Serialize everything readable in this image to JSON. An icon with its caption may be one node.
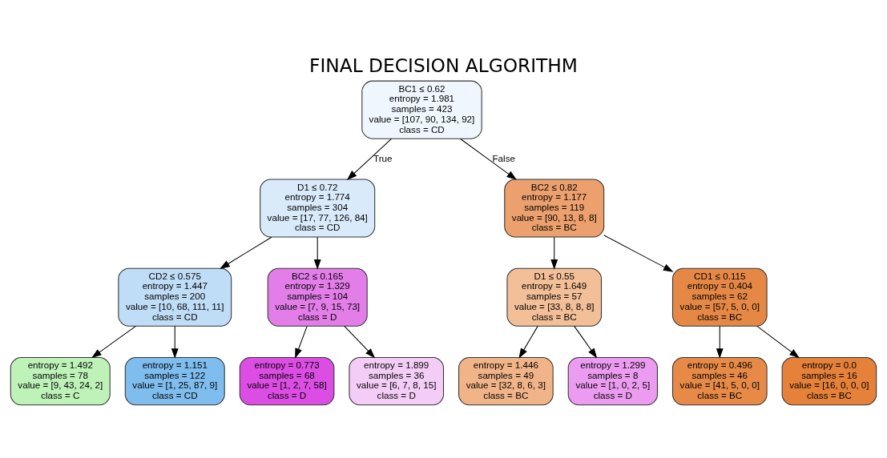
{
  "diagram": {
    "title": "FINAL DECISION ALGORITHM",
    "nodes": [
      {
        "text": [
          "BC1 ≤ 0.62",
          "entropy = 1.981",
          "samples = 423",
          "value = [107, 90, 134, 92]",
          "class = CD"
        ]
      },
      {
        "text": [
          "D1 ≤ 0.72",
          "entropy = 1.774",
          "samples = 304",
          "value = [17, 77, 126, 84]",
          "class = CD"
        ]
      },
      {
        "text": [
          "BC2 ≤ 0.82",
          "entropy = 1.177",
          "samples = 119",
          "value = [90, 13, 8, 8]",
          "class = BC"
        ]
      },
      {
        "text": [
          "CD2 ≤ 0.575",
          "entropy = 1.447",
          "samples = 200",
          "value = [10, 68, 111, 11]",
          "class = CD"
        ]
      },
      {
        "text": [
          "BC2 ≤ 0.165",
          "entropy = 1.329",
          "samples = 104",
          "value = [7, 9, 15, 73]",
          "class = D"
        ]
      },
      {
        "text": [
          "D1 ≤ 0.55",
          "entropy = 1.649",
          "samples = 57",
          "value = [33, 8, 8, 8]",
          "class = BC"
        ]
      },
      {
        "text": [
          "CD1 ≤ 0.115",
          "entropy = 0.404",
          "samples = 62",
          "value = [57, 5, 0, 0]",
          "class = BC"
        ]
      },
      {
        "text": [
          "entropy = 1.492",
          "samples = 78",
          "value = [9, 43, 24, 2]",
          "class = C"
        ]
      },
      {
        "text": [
          "entropy = 1.151",
          "samples = 122",
          "value = [1, 25, 87, 9]",
          "class = CD"
        ]
      },
      {
        "text": [
          "entropy = 0.773",
          "samples = 68",
          "value = [1, 2, 7, 58]",
          "class = D"
        ]
      },
      {
        "text": [
          "entropy = 1.899",
          "samples = 36",
          "value = [6, 7, 8, 15]",
          "class = D"
        ]
      },
      {
        "text": [
          "entropy = 1.446",
          "samples = 49",
          "value = [32, 8, 6, 3]",
          "class = BC"
        ]
      },
      {
        "text": [
          "entropy = 1.299",
          "samples = 8",
          "value = [1, 0, 2, 5]",
          "class = D"
        ]
      },
      {
        "text": [
          "entropy = 0.496",
          "samples = 46",
          "value = [41, 5, 0, 0]",
          "class = BC"
        ]
      },
      {
        "text": [
          "entropy = 0.0",
          "samples = 16",
          "value = [16, 0, 0, 0]",
          "class = BC"
        ]
      }
    ],
    "edges": [
      {
        "from": 0,
        "to": 1,
        "arrow": "to",
        "label": "True"
      },
      {
        "from": 0,
        "to": 2,
        "arrow": "to",
        "label": "False"
      },
      {
        "from": 1,
        "to": 3,
        "arrow": "to"
      },
      {
        "from": 1,
        "to": 4,
        "arrow": "to"
      },
      {
        "from": 2,
        "to": 5,
        "arrow": "to"
      },
      {
        "from": 2,
        "to": 6,
        "arrow": "to"
      },
      {
        "from": 3,
        "to": 7,
        "arrow": "to"
      },
      {
        "from": 3,
        "to": 8,
        "arrow": "to"
      },
      {
        "from": 4,
        "to": 9,
        "arrow": "to"
      },
      {
        "from": 4,
        "to": 10,
        "arrow": "to"
      },
      {
        "from": 5,
        "to": 11,
        "arrow": "to"
      },
      {
        "from": 5,
        "to": 12,
        "arrow": "to"
      },
      {
        "from": 6,
        "to": 13,
        "arrow": "to"
      },
      {
        "from": 6,
        "to": 14,
        "arrow": "to"
      }
    ]
  }
}
